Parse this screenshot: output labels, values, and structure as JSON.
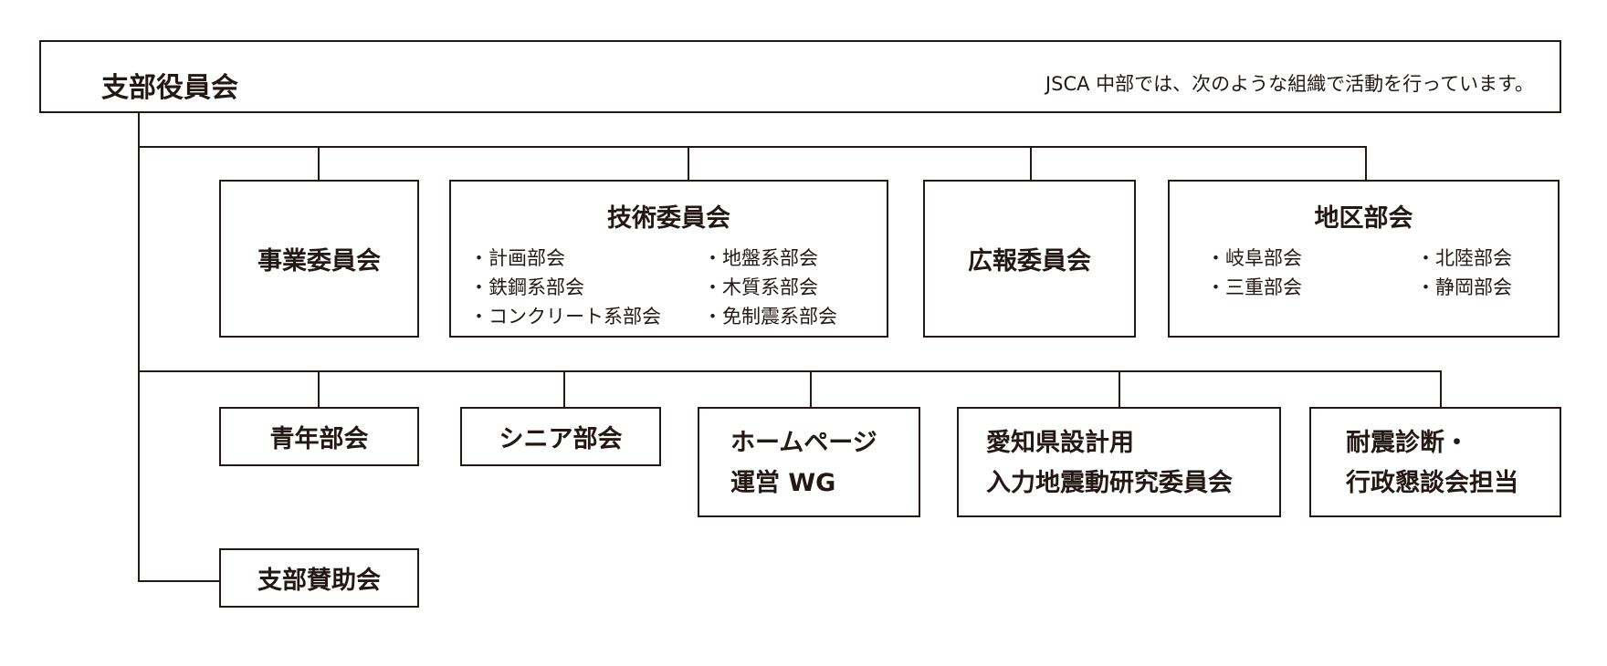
{
  "root": {
    "title": "支部役員会",
    "note": "JSCA 中部では、次のような組織で活動を行っています。"
  },
  "row1": {
    "jigyo": "事業委員会",
    "gijutsu": {
      "title": "技術委員会",
      "items": [
        "・計画部会",
        "・地盤系部会",
        "・鉄鋼系部会",
        "・木質系部会",
        "・コンクリート系部会",
        "・免制震系部会"
      ]
    },
    "koho": "広報委員会",
    "chiku": {
      "title": "地区部会",
      "items": [
        "・岐阜部会",
        "・北陸部会",
        "・三重部会",
        "・静岡部会"
      ]
    }
  },
  "row2": {
    "seinen": "青年部会",
    "senior": "シニア部会",
    "homepage": [
      "ホームページ",
      "運営 WG"
    ],
    "aichi": [
      "愛知県設計用",
      "入力地震動研究委員会"
    ],
    "taishin": [
      "耐震診断・",
      "行政懇談会担当"
    ]
  },
  "row3": {
    "sanjo": "支部賛助会"
  },
  "colors": {
    "line": "#231815",
    "background": "#ffffff"
  }
}
